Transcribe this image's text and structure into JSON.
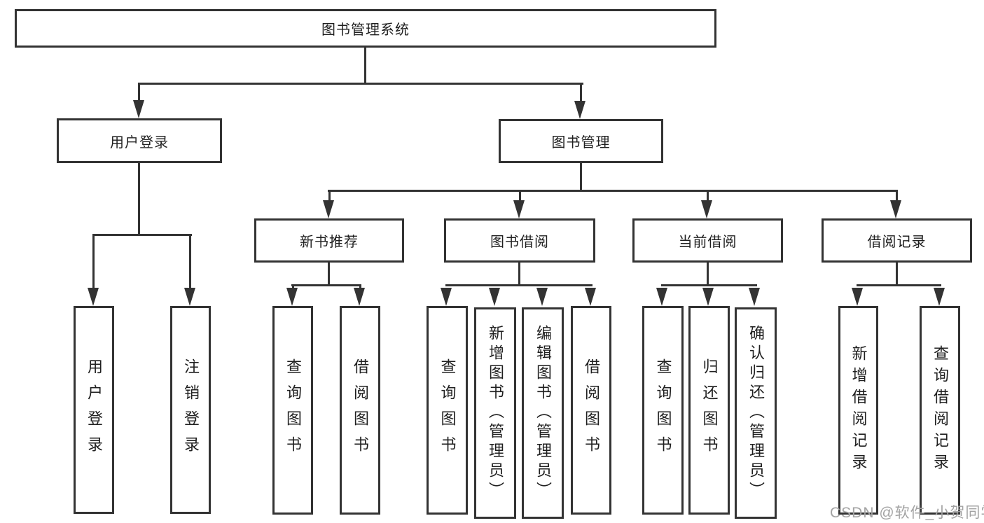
{
  "diagram": {
    "nodes": {
      "root": "图书管理系统",
      "user_login": "用户登录",
      "book_mgmt": "图书管理",
      "new_book": "新书推荐",
      "book_borrow": "图书借阅",
      "current_borrow": "当前借阅",
      "borrow_records": "借阅记录",
      "leaf_user_login": "用户登录",
      "leaf_logout": "注销登录",
      "leaf_nb_query": "查询图书",
      "leaf_nb_borrow": "借阅图书",
      "leaf_bb_query": "查询图书",
      "leaf_bb_add": "新增图书（管理员）",
      "leaf_bb_edit": "编辑图书（管理员）",
      "leaf_bb_borrow": "借阅图书",
      "leaf_cb_query": "查询图书",
      "leaf_cb_return": "归还图书",
      "leaf_cb_confirm": "确认归还（管理员）",
      "leaf_br_add": "新增借阅记录",
      "leaf_br_query": "查询借阅记录"
    },
    "colors": {
      "line": "#333333",
      "box_border": "#333333",
      "text": "#1f1f1f",
      "background": "#ffffff",
      "watermark": "#a3a3a3"
    }
  },
  "watermark": {
    "text": "CSDN @软件_小贺同学"
  }
}
